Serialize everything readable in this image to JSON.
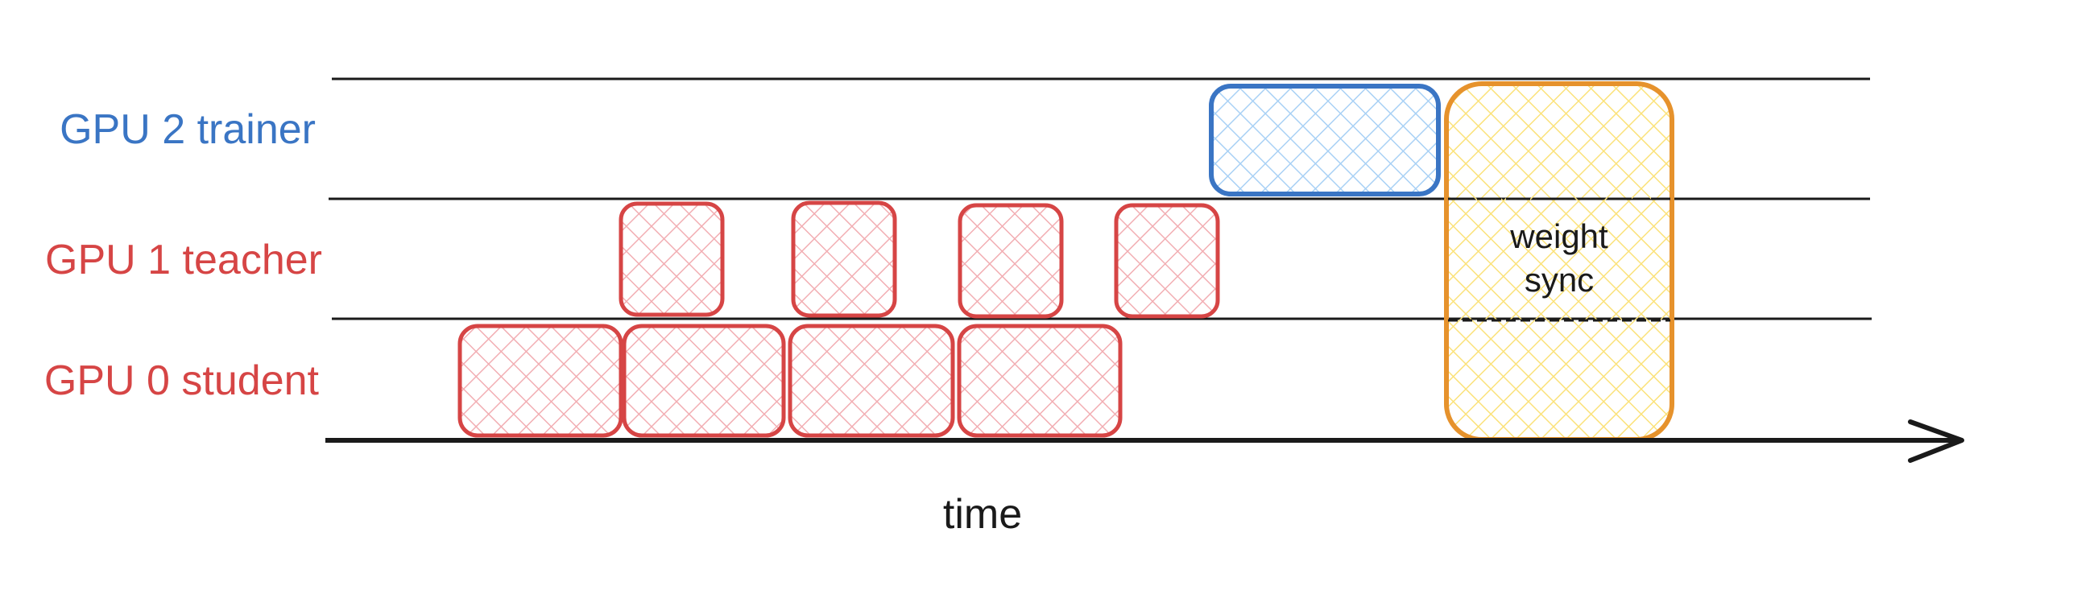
{
  "lanes": [
    {
      "id": "gpu2",
      "label": "GPU 2 trainer",
      "color": "#3a75c4"
    },
    {
      "id": "gpu1",
      "label": "GPU 1 teacher",
      "color": "#d64545"
    },
    {
      "id": "gpu0",
      "label": "GPU 0 student",
      "color": "#d64545"
    }
  ],
  "axis": {
    "label": "time"
  },
  "weight_sync": {
    "line1": "weight",
    "line2": "sync"
  },
  "colors": {
    "trainer_stroke": "#3a75c4",
    "trainer_fill": "#a9d1f5",
    "compute_stroke": "#d64545",
    "compute_fill": "#f2aeb3",
    "sync_stroke": "#e6922c",
    "sync_fill": "#fbe27a",
    "line": "#1a1a1a"
  }
}
